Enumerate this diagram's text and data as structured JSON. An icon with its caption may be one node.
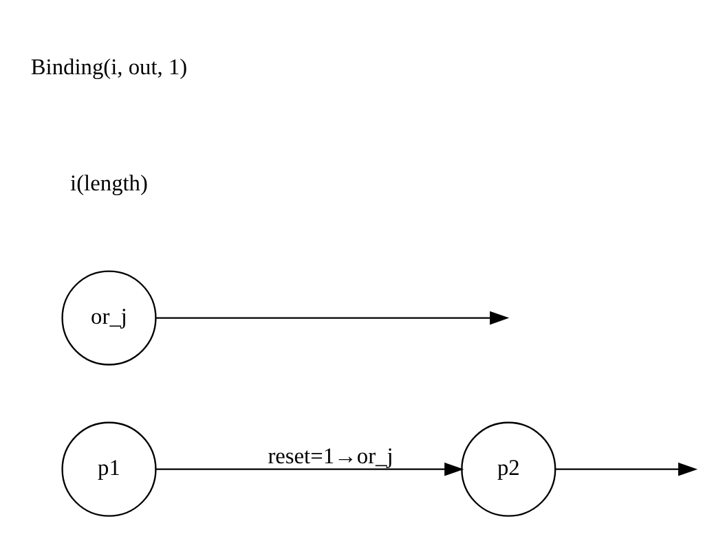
{
  "diagram": {
    "nodes": [
      {
        "text": [
          "p1"
        ]
      },
      {
        "text": [
          "p2"
        ]
      },
      {
        "text": [
          "or_j"
        ]
      }
    ],
    "edges": [
      {
        "from": 0,
        "to": 1,
        "arrow": "to",
        "label": "reset=1→or_j"
      },
      {
        "from": 1,
        "to": null,
        "arrow": "to"
      },
      {
        "from": 2,
        "to": null,
        "arrow": "to"
      }
    ],
    "labels": [
      "i(length)",
      "Binding(i, out, 1)"
    ]
  }
}
